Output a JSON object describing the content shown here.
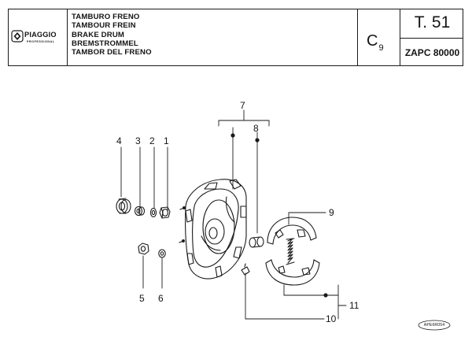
{
  "header": {
    "brand": "PIAGGIO",
    "brand_sub": "PROFESSIONAL",
    "titles": [
      "TAMBURO FRENO",
      "TAMBOUR FREIN",
      "BRAKE DRUM",
      "BREMSTROMMEL",
      "TAMBOR DEL FRENO"
    ],
    "section_code": "C",
    "section_sub": "9",
    "table_no": "T. 51",
    "model_code": "ZAPC 80000"
  },
  "diagram": {
    "callouts": [
      "1",
      "2",
      "3",
      "4",
      "5",
      "6",
      "7",
      "8",
      "9",
      "10",
      "11"
    ],
    "reference_code": "APE6R054"
  }
}
